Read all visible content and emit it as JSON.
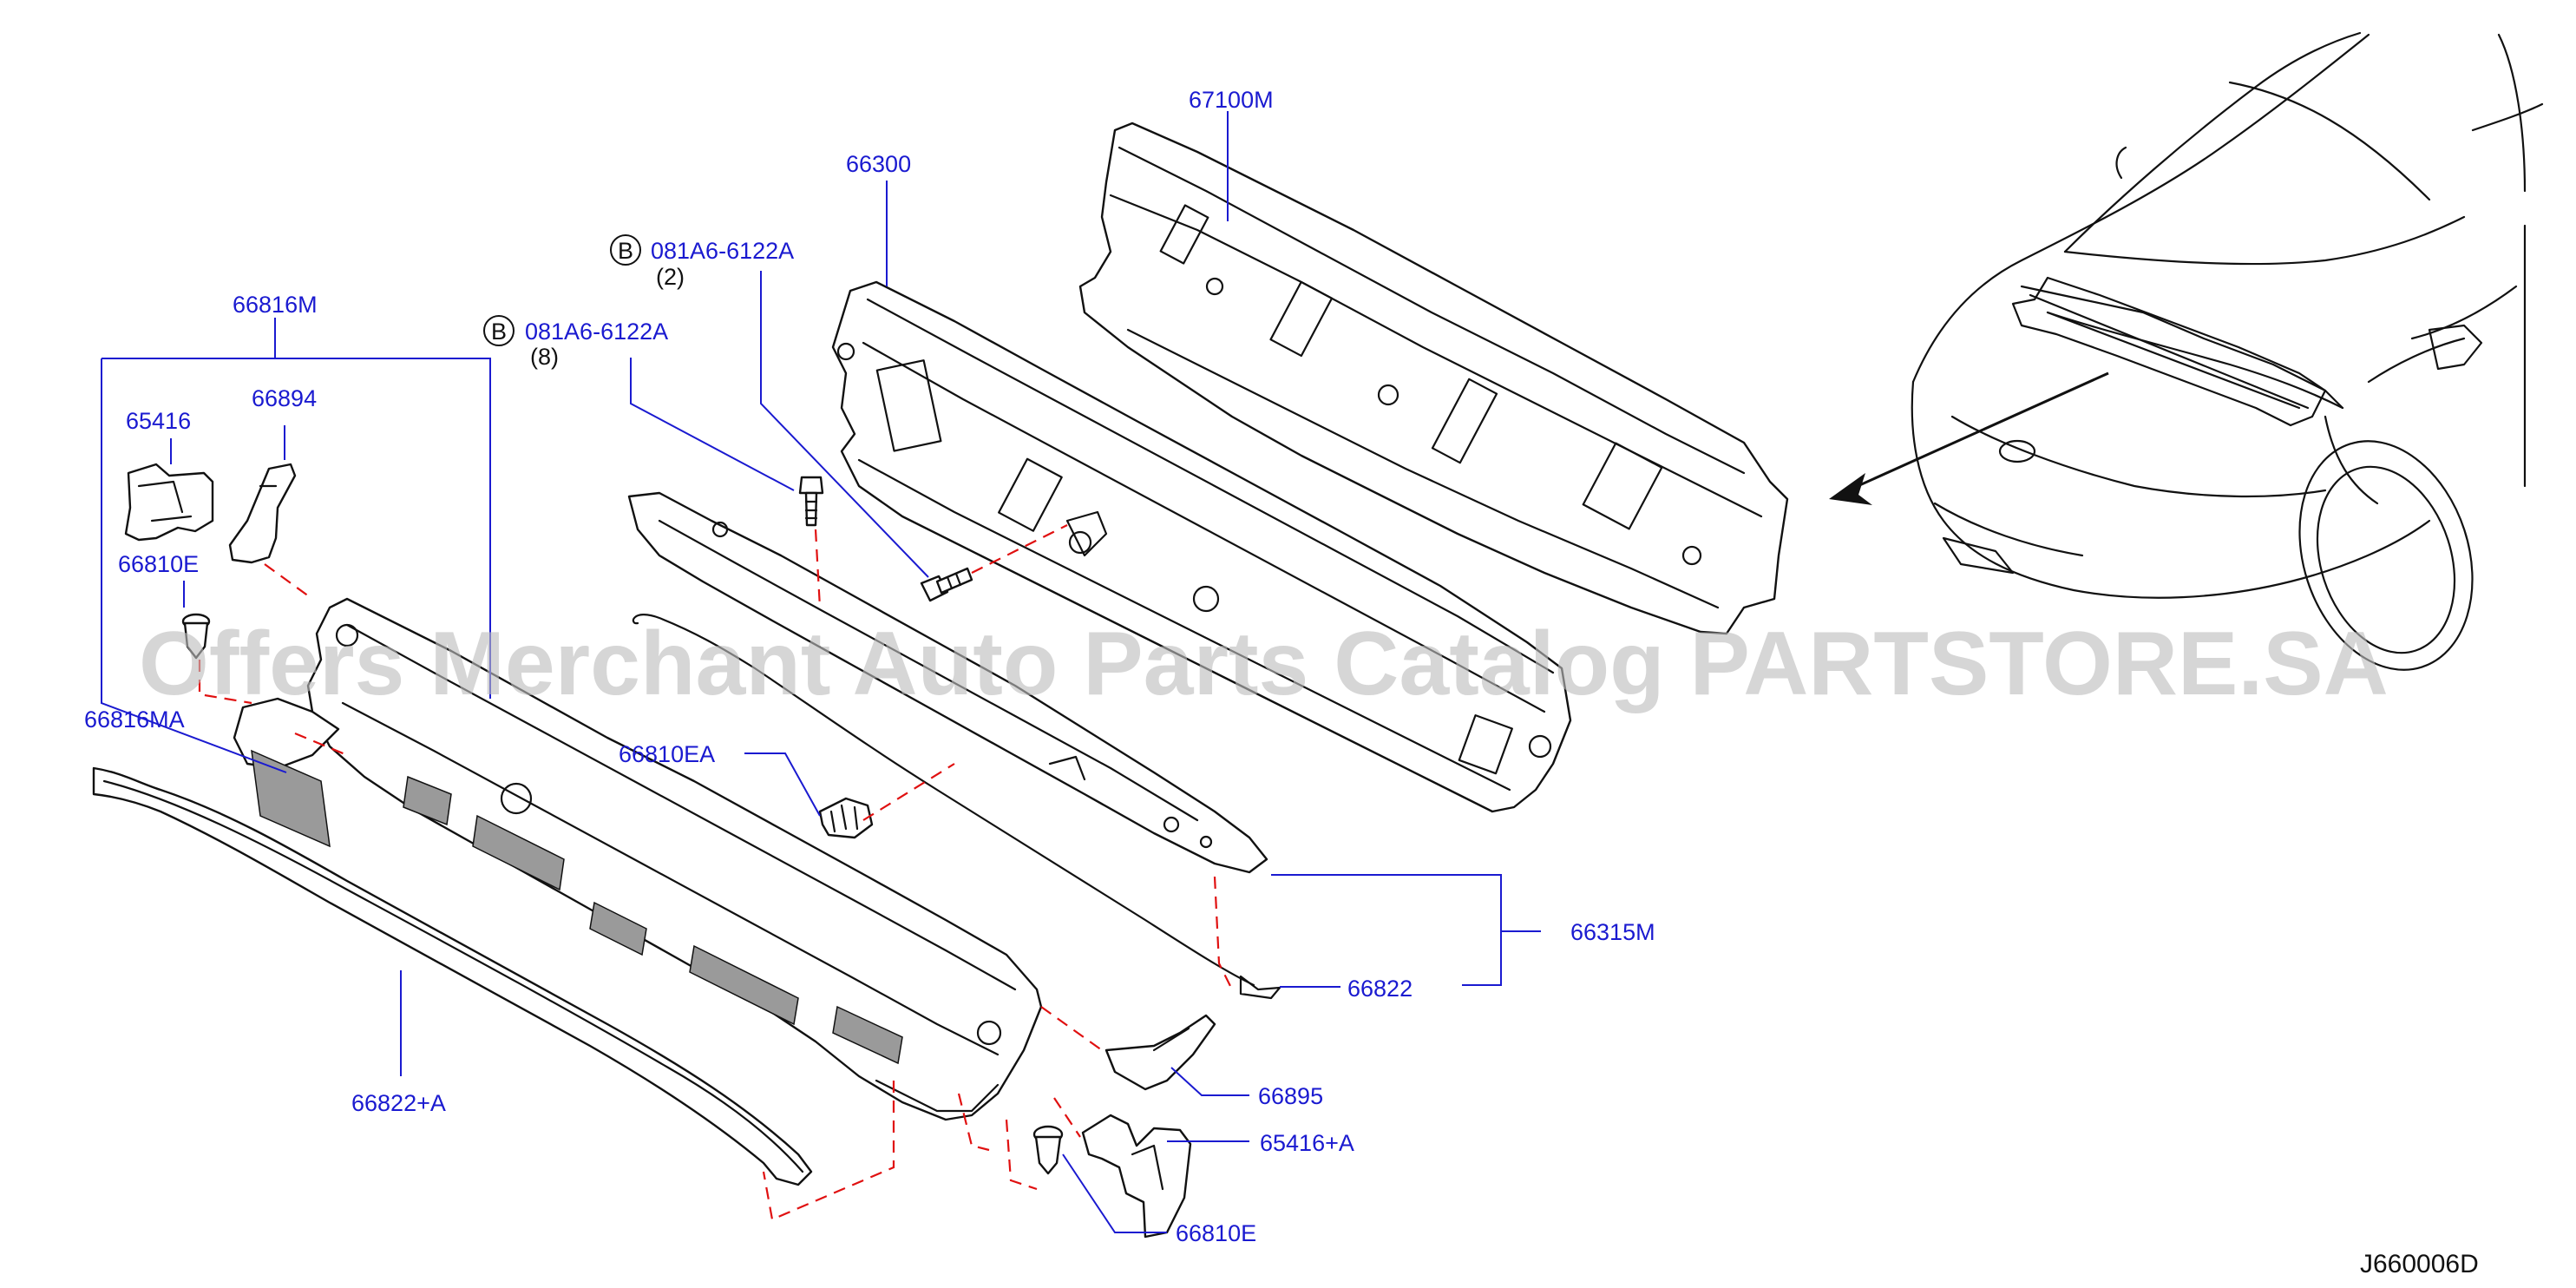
{
  "diagram_code": "J660006D",
  "watermark": "Offers Merchant Auto Parts Catalog PARTSTORE.SA",
  "callouts": {
    "p67100M": "67100M",
    "p66300": "66300",
    "bolt_a_letter": "B",
    "bolt_a_part": "081A6-6122A",
    "bolt_a_qty": "(2)",
    "bolt_b_letter": "B",
    "bolt_b_part": "081A6-6122A",
    "bolt_b_qty": "(8)",
    "p66816M": "66816M",
    "p65416": "65416",
    "p66894": "66894",
    "p66810E_top": "66810E",
    "p66816MA": "66816MA",
    "p66810EA": "66810EA",
    "p66315M": "66315M",
    "p66822": "66822",
    "p66895": "66895",
    "p65416A": "65416+A",
    "p66822A": "66822+A",
    "p66810E_bottom": "66810E"
  },
  "colors": {
    "callout_text": "#1a1ad0",
    "leader_line": "#1a1ad0",
    "assembly_dash": "#e01010",
    "part_outline": "#111111",
    "watermark": "#bdbdbd"
  }
}
